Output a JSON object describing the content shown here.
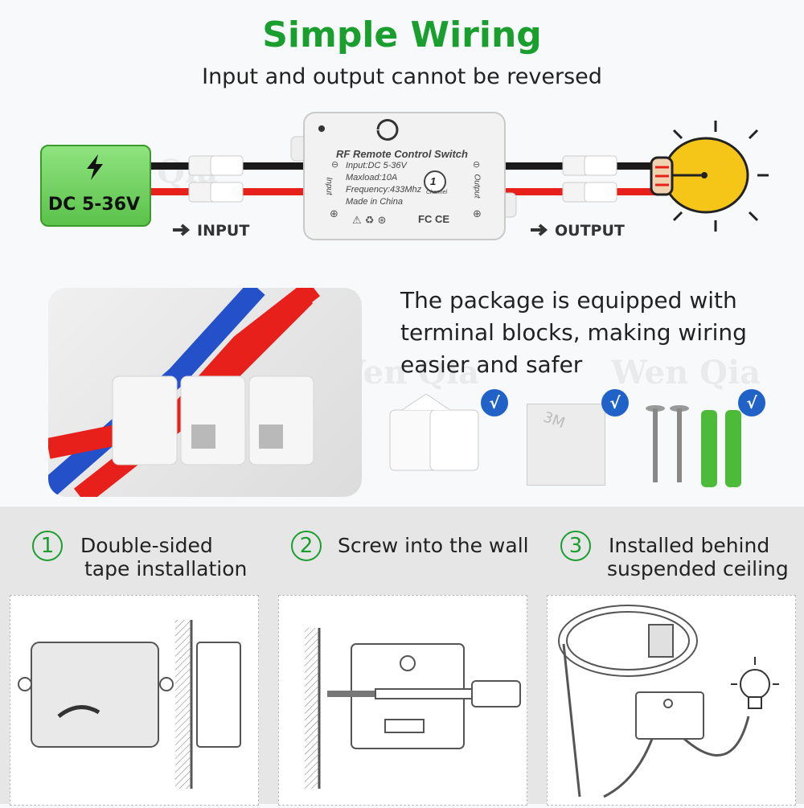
{
  "header": {
    "title": "Simple Wiring",
    "subtitle": "Input and output cannot be reversed"
  },
  "power": {
    "label": "DC 5-36V"
  },
  "device": {
    "name": "RF Remote Control Switch",
    "input_spec": "Input:DC 5-36V",
    "maxload": "Maxload:10A",
    "frequency": "Frequency:433Mhz",
    "made_in": "Made in China",
    "channel_num": "1",
    "channel_word": "Channel",
    "left_port": "Input",
    "right_port": "Output",
    "cert": "FC CE"
  },
  "labels": {
    "input": "INPUT",
    "output": "OUTPUT"
  },
  "package": {
    "text": "The package is equipped with terminal blocks, making wiring easier and safer",
    "check": "√",
    "tape_text": "3M"
  },
  "steps": [
    {
      "num": "1",
      "line1": "Double-sided",
      "line2": "tape installation"
    },
    {
      "num": "2",
      "line1": "Screw into the wall",
      "line2": ""
    },
    {
      "num": "3",
      "line1": "Installed behind",
      "line2": "suspended ceiling"
    }
  ],
  "watermark": "Wen Qia",
  "colors": {
    "title_green": "#1a9e2e",
    "check_blue": "#2162c9",
    "wire_red": "#e8201c",
    "wire_black": "#1a1a1a",
    "bulb_yellow": "#f5c518"
  }
}
